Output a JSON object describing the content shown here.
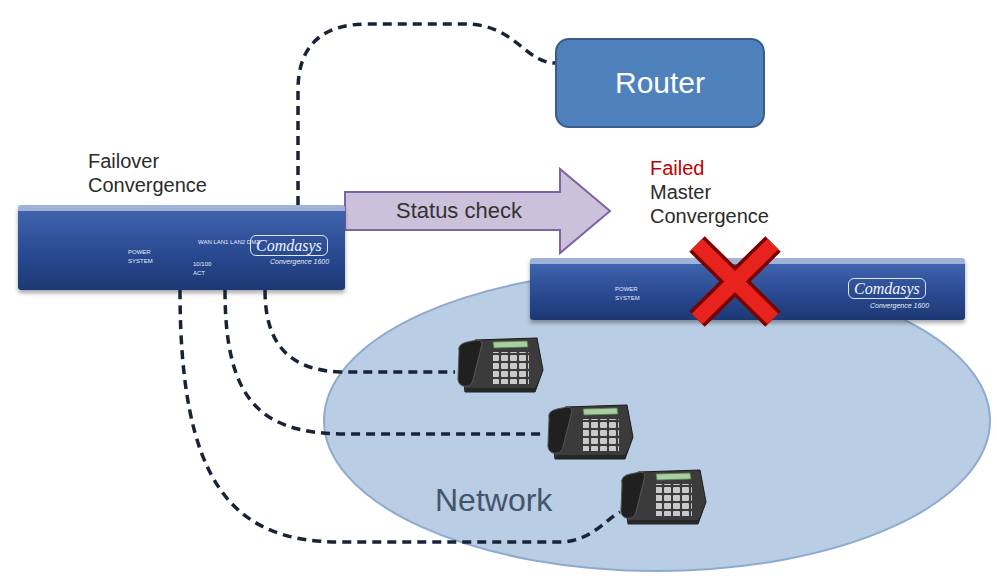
{
  "diagram": {
    "nodes": [
      {
        "text": [
          "Router"
        ]
      },
      {
        "text": [
          "Failover Convergence",
          "POWER",
          "SYSTEM",
          "WAN LAN1 LAN2 DMZ",
          "10/100",
          "ACT",
          "Comdasys",
          "Convergence 1600"
        ]
      },
      {
        "text": [
          "Failed",
          "Master Convergence",
          "POWER",
          "SYSTEM",
          "Comdasys",
          "Convergence 1600"
        ]
      },
      {
        "text": [
          "Network"
        ]
      }
    ],
    "edges": [
      {
        "from": 1,
        "to": 0,
        "arrow": "none"
      },
      {
        "from": 1,
        "to": 2,
        "label": "Status check",
        "arrow": "to"
      }
    ]
  }
}
